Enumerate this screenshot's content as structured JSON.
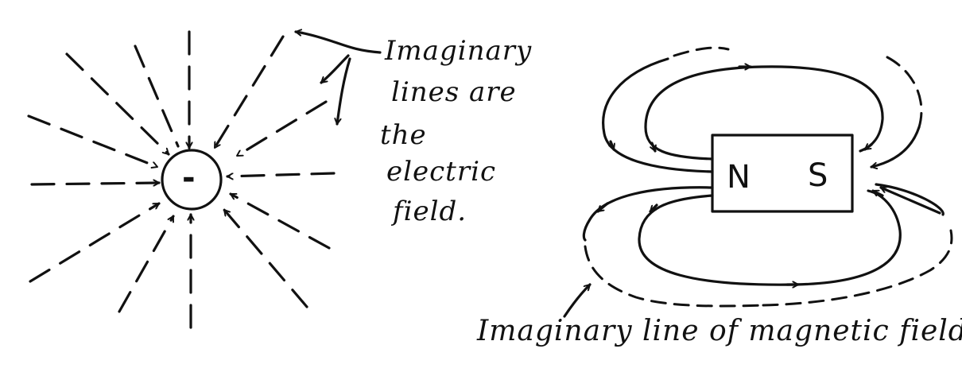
{
  "charge": {
    "sign": "-"
  },
  "electric_field_label": {
    "lines": [
      "Imaginary",
      "lines are",
      "the",
      "electric",
      "field."
    ]
  },
  "magnet": {
    "north": "N",
    "south": "S"
  },
  "magnetic_field_label": "Imaginary line of magnetic field."
}
